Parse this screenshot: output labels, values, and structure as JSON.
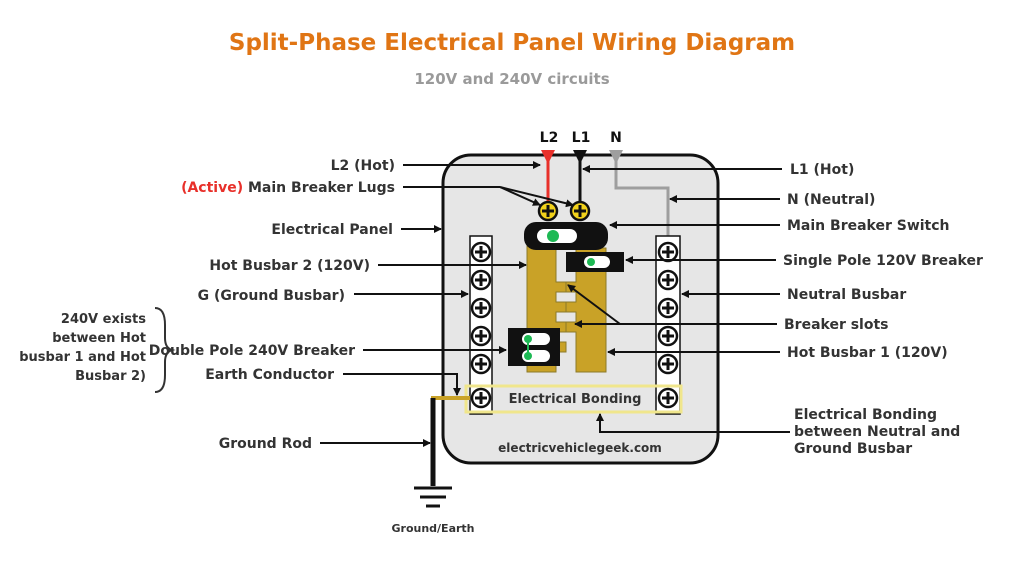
{
  "header": {
    "title": "Split-Phase Electrical Panel Wiring Diagram",
    "subtitle": "120V and 240V circuits"
  },
  "colors": {
    "title": "#E07514",
    "subtitle": "#9A9A9A",
    "label": "#333333",
    "active": "#E8302A",
    "panel": "#E6E6E6",
    "busbar": "#C9A227",
    "l2_wire": "#E8302A",
    "neutral_wire": "#9E9E9E",
    "breaker_dot": "#1DB954",
    "screw": "#F2D21B",
    "bonding_box": "#F0E68C"
  },
  "terminals": {
    "l2": "L2",
    "l1": "L1",
    "n": "N"
  },
  "labels_left": {
    "l2_hot": "L2 (Hot)",
    "lugs_active": "(Active)",
    "lugs_rest": " Main Breaker Lugs",
    "electrical_panel": "Electrical Panel",
    "hot_busbar_2": "Hot Busbar 2 (120V)",
    "ground_busbar": "G (Ground Busbar)",
    "double_pole": "Double Pole 240V Breaker",
    "earth_conductor": "Earth Conductor",
    "ground_rod": "Ground Rod"
  },
  "labels_right": {
    "l1_hot": "L1 (Hot)",
    "n_neutral": "N (Neutral)",
    "main_breaker_switch": "Main Breaker Switch",
    "single_pole": "Single Pole 120V Breaker",
    "neutral_busbar": "Neutral Busbar",
    "breaker_slots": "Breaker slots",
    "hot_busbar_1": "Hot Busbar 1 (120V)"
  },
  "bonding_note": [
    "Electrical Bonding",
    "between Neutral and",
    "Ground Busbar"
  ],
  "voltage_note": [
    "240V exists",
    "between Hot",
    "busbar 1 and Hot",
    "Busbar 2)"
  ],
  "inside_panel": {
    "bonding_label": "Electrical Bonding",
    "watermark": "electricvehiclegeek.com"
  },
  "ground_earth_label": "Ground/Earth"
}
